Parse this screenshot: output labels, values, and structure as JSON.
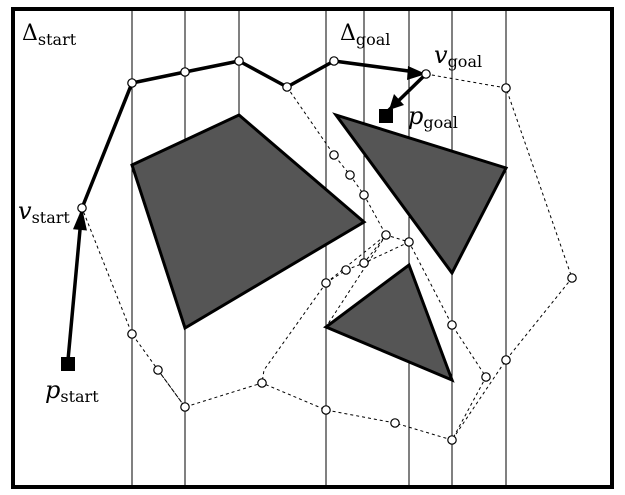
{
  "labels": {
    "delta_start": {
      "symbol": "Δ",
      "sub": "start"
    },
    "delta_goal": {
      "symbol": "Δ",
      "sub": "goal"
    },
    "v_goal": {
      "symbol": "v",
      "sub": "goal"
    },
    "p_goal": {
      "symbol": "p",
      "sub": "goal"
    },
    "v_start": {
      "symbol": "v",
      "sub": "start"
    },
    "p_start": {
      "symbol": "p",
      "sub": "start"
    }
  },
  "colors": {
    "obstacle_fill": "#555555",
    "line": "#000000",
    "node_fill": "#ffffff",
    "background": "#ffffff"
  }
}
